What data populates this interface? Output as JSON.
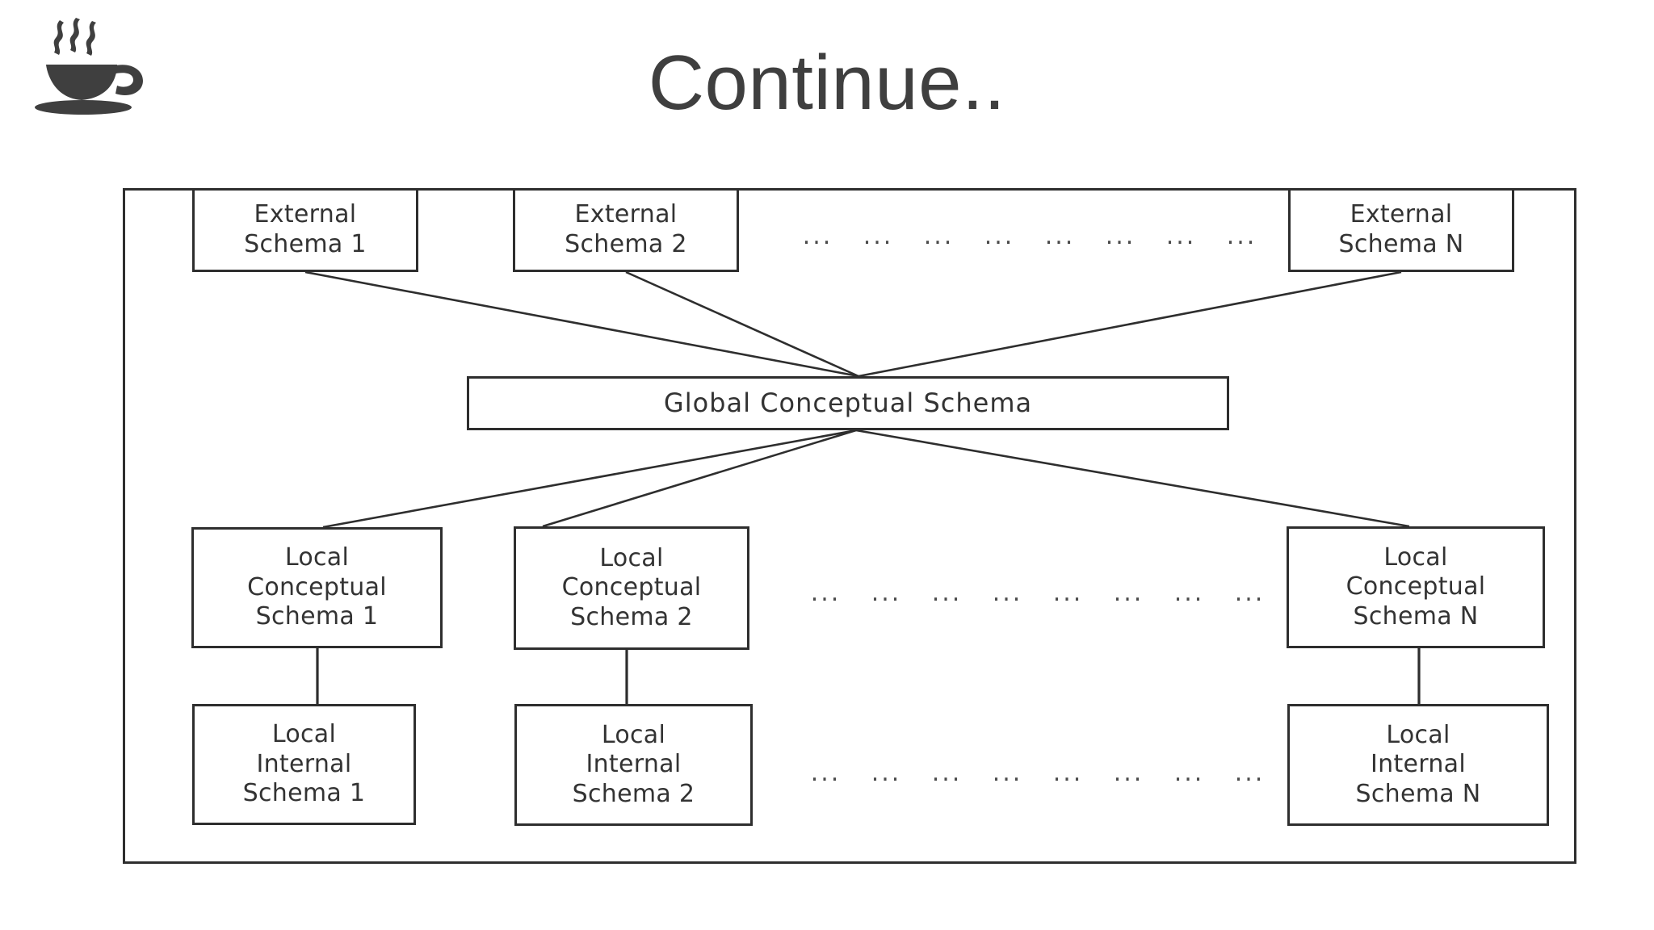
{
  "slide": {
    "title": "Continue..",
    "logo_icon": "coffee-cup-icon"
  },
  "diagram": {
    "type": "multi-database-schema-architecture",
    "external_layer": {
      "nodes": [
        {
          "id": "external-schema-1",
          "label": "External\nSchema 1"
        },
        {
          "id": "external-schema-2",
          "label": "External\nSchema 2"
        },
        {
          "id": "external-schema-n",
          "label": "External\nSchema N"
        }
      ],
      "ellipsis_count": 8,
      "ellipsis_text": "..."
    },
    "global_layer": {
      "node": {
        "id": "global-conceptual-schema",
        "label": "Global Conceptual Schema"
      }
    },
    "local_conceptual_layer": {
      "nodes": [
        {
          "id": "local-conceptual-schema-1",
          "label": "Local\nConceptual\nSchema 1"
        },
        {
          "id": "local-conceptual-schema-2",
          "label": "Local\nConceptual\nSchema 2"
        },
        {
          "id": "local-conceptual-schema-n",
          "label": "Local\nConceptual\nSchema N"
        }
      ],
      "ellipsis_count": 8,
      "ellipsis_text": "..."
    },
    "local_internal_layer": {
      "nodes": [
        {
          "id": "local-internal-schema-1",
          "label": "Local\nInternal\nSchema 1"
        },
        {
          "id": "local-internal-schema-2",
          "label": "Local\nInternal\nSchema 2"
        },
        {
          "id": "local-internal-schema-n",
          "label": "Local\nInternal\nSchema N"
        }
      ],
      "ellipsis_count": 8,
      "ellipsis_text": "..."
    },
    "colors": {
      "background": "#ffffff",
      "box_border": "#2e2e2e",
      "text": "#333333",
      "title_text": "#3f3f3f",
      "connector_line": "#2e2e2e"
    }
  }
}
